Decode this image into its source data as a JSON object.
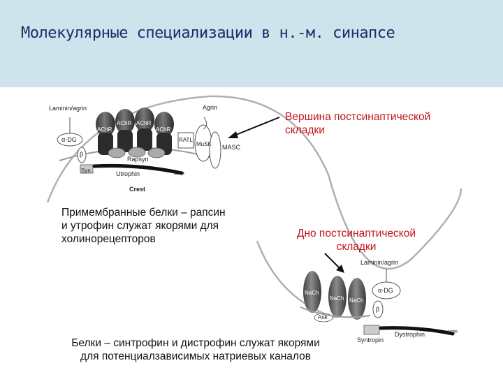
{
  "title": "Молекулярные специализации в н.-м. синапсе",
  "callouts": {
    "crest_top": [
      "Вершина постсинаптической",
      "складки"
    ],
    "trough": [
      "Дно постсинаптической",
      "складки"
    ],
    "rapsyn": [
      "Примембранные белки – рапсин",
      "и утрофин служат якорями для",
      "холинорецепторов"
    ],
    "syntrophin": [
      "Белки – синтрофин и дистрофин служат якорями",
      "для потенциалзависимых натриевых каналов"
    ]
  },
  "crest_diagram": {
    "laminin_label": "Laminin/agrin",
    "agrin_label": "Agrin",
    "adg_label": "α-DG",
    "beta_label": "β",
    "achr_labels": [
      "AChR",
      "AChR",
      "AChR",
      "AChR"
    ],
    "rapsyn_label": "Rapsyn",
    "ratl_label": "RATL",
    "musk_label": "MuSK",
    "masc_label": "MASC",
    "syn_label": "Syn",
    "utrophin_label": "Utrophin",
    "actin_label": "actin",
    "crest_label": "Crest"
  },
  "trough_diagram": {
    "laminin_label": "Laminin/agrin",
    "nach_labels": [
      "NaCh",
      "NaCh",
      "NaCh"
    ],
    "adg_label": "α-DG",
    "beta_label": "β",
    "ank_label": "Ank",
    "syntropin_label": "Syntropin",
    "dystrophin_label": "Dystrophin",
    "actin_label": "actin"
  }
}
